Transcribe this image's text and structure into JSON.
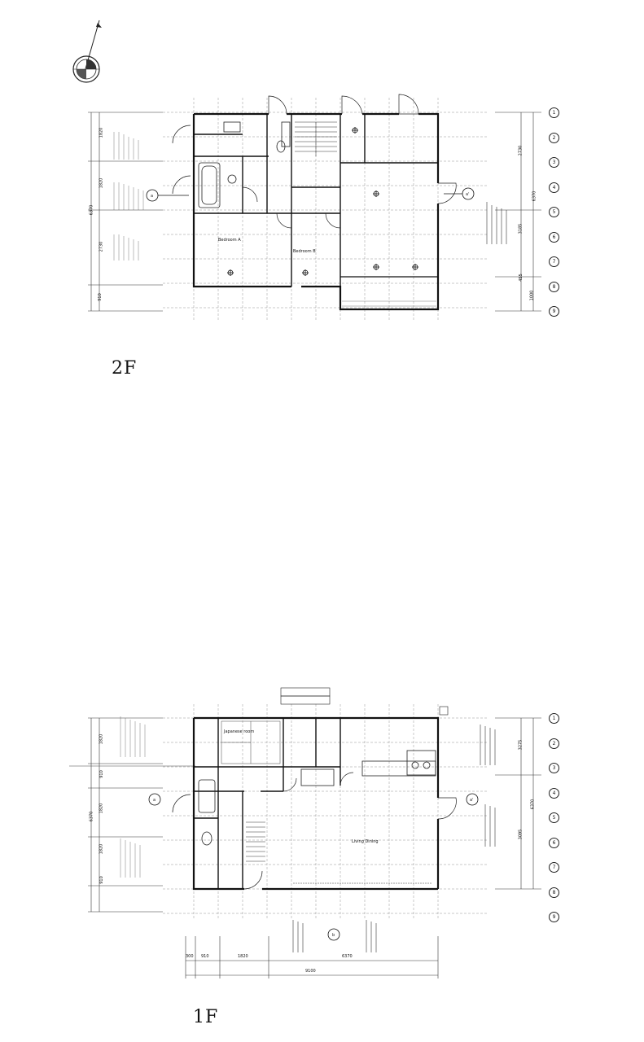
{
  "floors": [
    {
      "label": "2F",
      "rooms": [
        "Bedroom A",
        "Bedroom B"
      ],
      "grid_axes": [
        "1",
        "2",
        "3",
        "4",
        "5",
        "6",
        "7",
        "8",
        "9"
      ],
      "section_mark": "a",
      "section_mark_right": "a'",
      "dims_left": [
        "1820",
        "1820",
        "2730",
        "910"
      ],
      "dims_left_total": "6370",
      "dims_right": [
        "2730",
        "3185",
        "455",
        "1000"
      ],
      "dims_right_total": "6370"
    },
    {
      "label": "1F",
      "rooms": [
        "Japanese room",
        "Living Dining"
      ],
      "grid_axes": [
        "1",
        "2",
        "3",
        "4",
        "5",
        "6",
        "7",
        "8",
        "9"
      ],
      "section_mark": "a",
      "section_mark_right": "a'",
      "section_mark_bottom": "b",
      "dims_left": [
        "1820",
        "910",
        "1820",
        "1820",
        "910"
      ],
      "dims_left_total": "6370",
      "dims_right": [
        "3275",
        "3095"
      ],
      "dims_right_total": "6370",
      "dims_bottom": [
        "300",
        "910",
        "1820",
        "6370"
      ],
      "dims_bottom_total": "9100"
    }
  ],
  "icons": [
    "north-arrow-icon",
    "door-swing-icon",
    "light-fixture-icon"
  ]
}
